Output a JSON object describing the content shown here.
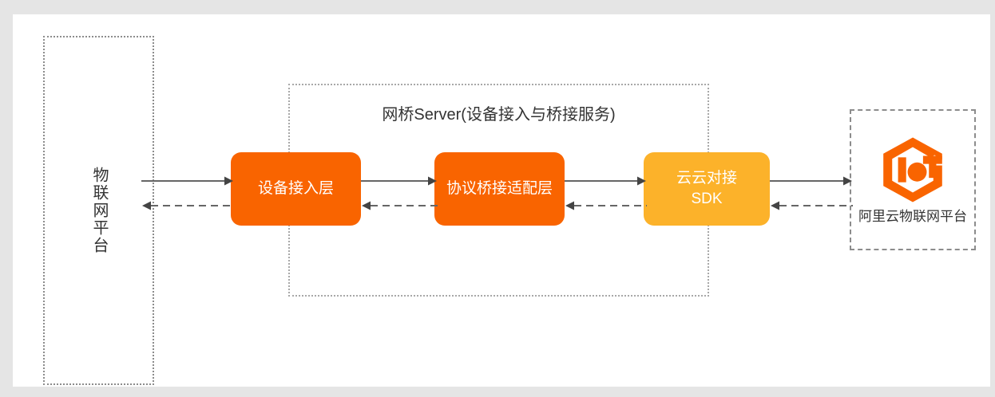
{
  "diagram": {
    "title": "网桥Server(设备接入与桥接服务)",
    "background_color": "#e5e5e5",
    "canvas_color": "#ffffff",
    "left_panel": {
      "label": "物联网平台",
      "border_style": "dotted"
    },
    "bridge_container": {
      "label": "网桥Server(设备接入与桥接服务)",
      "border_style": "dotted"
    },
    "boxes": [
      {
        "id": "device-access",
        "label": "设备接入层",
        "color": "#f96400"
      },
      {
        "id": "protocol-bridge",
        "label": "协议桥接适配层",
        "color": "#f96400"
      },
      {
        "id": "cloud-sdk",
        "label": "云云对接\nSDK",
        "color": "#fcb22a"
      }
    ],
    "box_labels": {
      "device_access": "设备接入层",
      "protocol_bridge": "协议桥接适配层",
      "cloud_sdk_line1": "云云对接",
      "cloud_sdk_line2": "SDK"
    },
    "right_panel": {
      "logo_name": "iot-hexagon-logo",
      "logo_color": "#f96400",
      "label": "阿里云物联网平台",
      "border_style": "dashed"
    },
    "connectors": [
      {
        "id": "left-to-device",
        "direction": "right",
        "style": "solid"
      },
      {
        "id": "device-to-left",
        "direction": "left",
        "style": "dashed"
      },
      {
        "id": "device-to-bridge",
        "direction": "right",
        "style": "solid"
      },
      {
        "id": "bridge-to-device",
        "direction": "left",
        "style": "dashed"
      },
      {
        "id": "bridge-to-sdk",
        "direction": "right",
        "style": "solid"
      },
      {
        "id": "sdk-to-bridge",
        "direction": "left",
        "style": "dashed"
      },
      {
        "id": "sdk-to-cloud",
        "direction": "right",
        "style": "solid"
      },
      {
        "id": "cloud-to-sdk",
        "direction": "left",
        "style": "dashed"
      }
    ],
    "line_color": "#666666"
  }
}
